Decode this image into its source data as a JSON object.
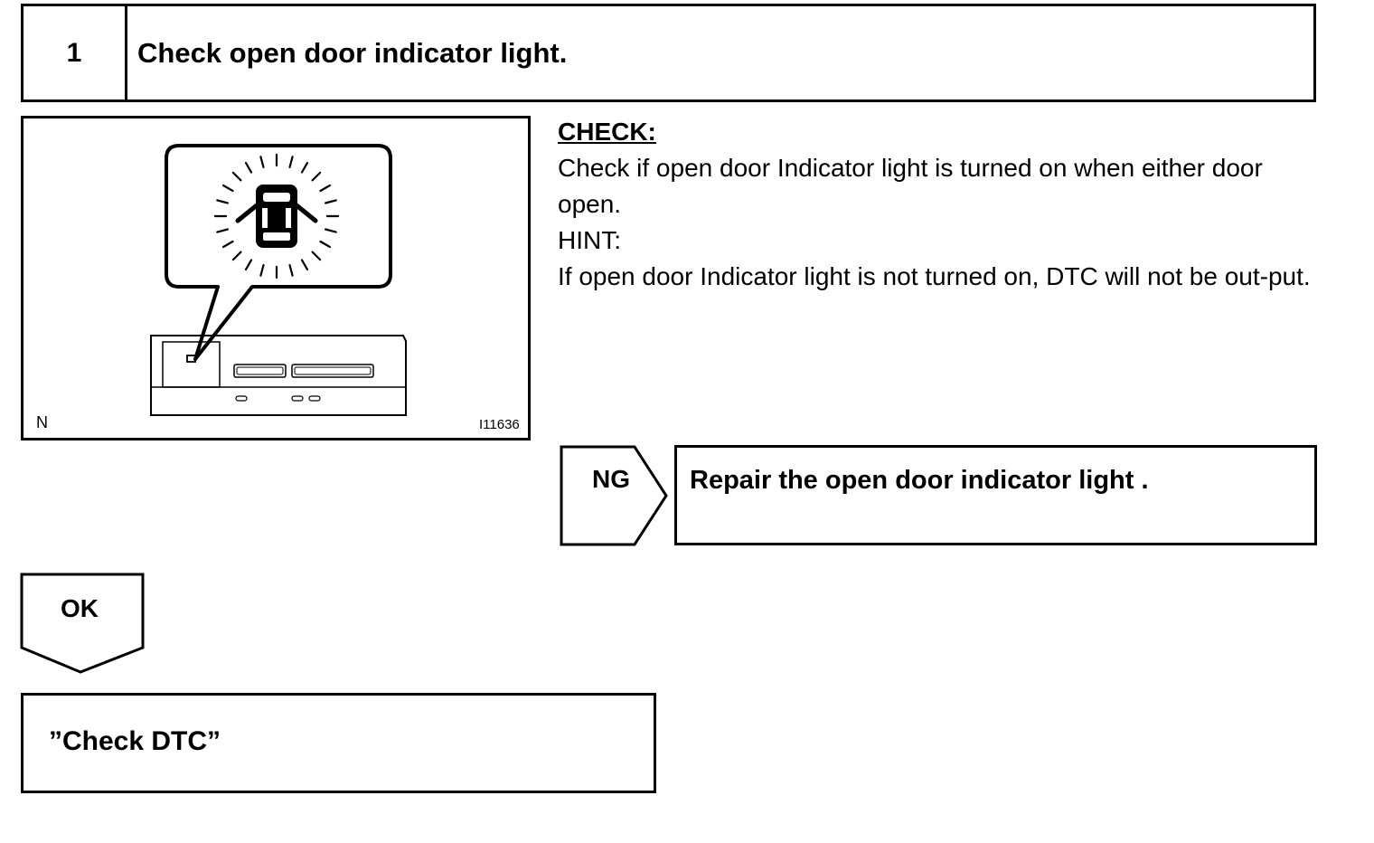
{
  "step": {
    "number": "1",
    "title": "Check open door indicator light."
  },
  "figure": {
    "corner_label": "N",
    "figure_id": "I11636",
    "icon": "open-door-indicator-icon"
  },
  "instructions": {
    "check_label": "CHECK:",
    "check_text": "Check if open door Indicator light is turned on when either door open.",
    "hint_label": "HINT:",
    "hint_text": "If open door Indicator light is not turned on, DTC will not be out-put."
  },
  "ng": {
    "label": "NG",
    "action": "Repair the open door indicator light ."
  },
  "ok": {
    "label": "OK",
    "next_step": "”Check DTC”"
  }
}
